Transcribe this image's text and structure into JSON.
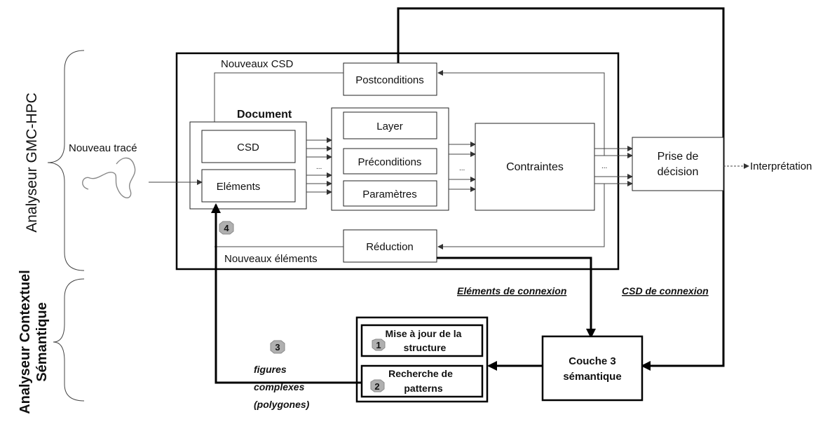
{
  "title_left": {
    "top": "Analyseur GMC-HPC",
    "bottom_line1": "Analyseur Contextuel",
    "bottom_line2": "Sémantique"
  },
  "labels": {
    "nouveaux_csd": "Nouveaux CSD",
    "postconditions": "Postconditions",
    "document": "Document",
    "csd": "CSD",
    "elements": "Eléments",
    "layer": "Layer",
    "preconditions": "Préconditions",
    "parametres": "Paramètres",
    "contraintes": "Contraintes",
    "prise_de_decision_l1": "Prise de",
    "prise_de_decision_l2": "décision",
    "interpretation": "Interprétation",
    "nouveau_trace": "Nouveau tracé",
    "reduction": "Réduction",
    "nouveaux_elements": "Nouveaux éléments",
    "elements_de_connexion": "Eléments de connexion",
    "csd_de_connexion": "CSD de connexion",
    "couche3_l1": "Couche 3",
    "couche3_l2": "sémantique",
    "mise_a_jour_l1": "Mise à jour de la",
    "mise_a_jour_l2": "structure",
    "recherche_l1": "Recherche de",
    "recherche_l2": "patterns",
    "figures_l1": "figures",
    "figures_l2": "complexes",
    "figures_l3": "(polygones)",
    "ellipsis": "..."
  },
  "badges": {
    "b1": "1",
    "b2": "2",
    "b3": "3",
    "b4": "4"
  }
}
